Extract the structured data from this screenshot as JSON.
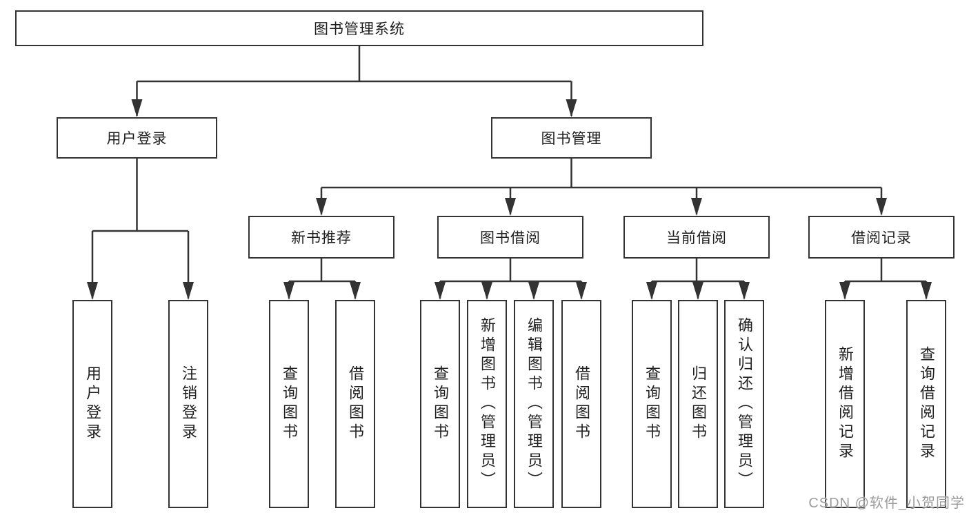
{
  "diagram": {
    "type": "hierarchy-tree",
    "root": {
      "label": "图书管理系统"
    },
    "branches": [
      {
        "label": "用户登录",
        "children": [
          {
            "label": "用户登录"
          },
          {
            "label": "注销登录"
          }
        ]
      },
      {
        "label": "图书管理",
        "children": [
          {
            "label": "新书推荐",
            "children": [
              {
                "label": "查询图书"
              },
              {
                "label": "借阅图书"
              }
            ]
          },
          {
            "label": "图书借阅",
            "children": [
              {
                "label": "查询图书"
              },
              {
                "label": "新增图书（管理员）"
              },
              {
                "label": "编辑图书（管理员）"
              },
              {
                "label": "借阅图书"
              }
            ]
          },
          {
            "label": "当前借阅",
            "children": [
              {
                "label": "查询图书"
              },
              {
                "label": "归还图书"
              },
              {
                "label": "确认归还（管理员）"
              }
            ]
          },
          {
            "label": "借阅记录",
            "children": [
              {
                "label": "新增借阅记录"
              },
              {
                "label": "查询借阅记录"
              }
            ]
          }
        ]
      }
    ]
  },
  "watermark": {
    "text": "CSDN @软件_小贺同学"
  },
  "colors": {
    "line": "#333333",
    "box_border": "#333333",
    "text": "#1f1f1f",
    "background": "#ffffff",
    "watermark": "#9b9b9b"
  }
}
